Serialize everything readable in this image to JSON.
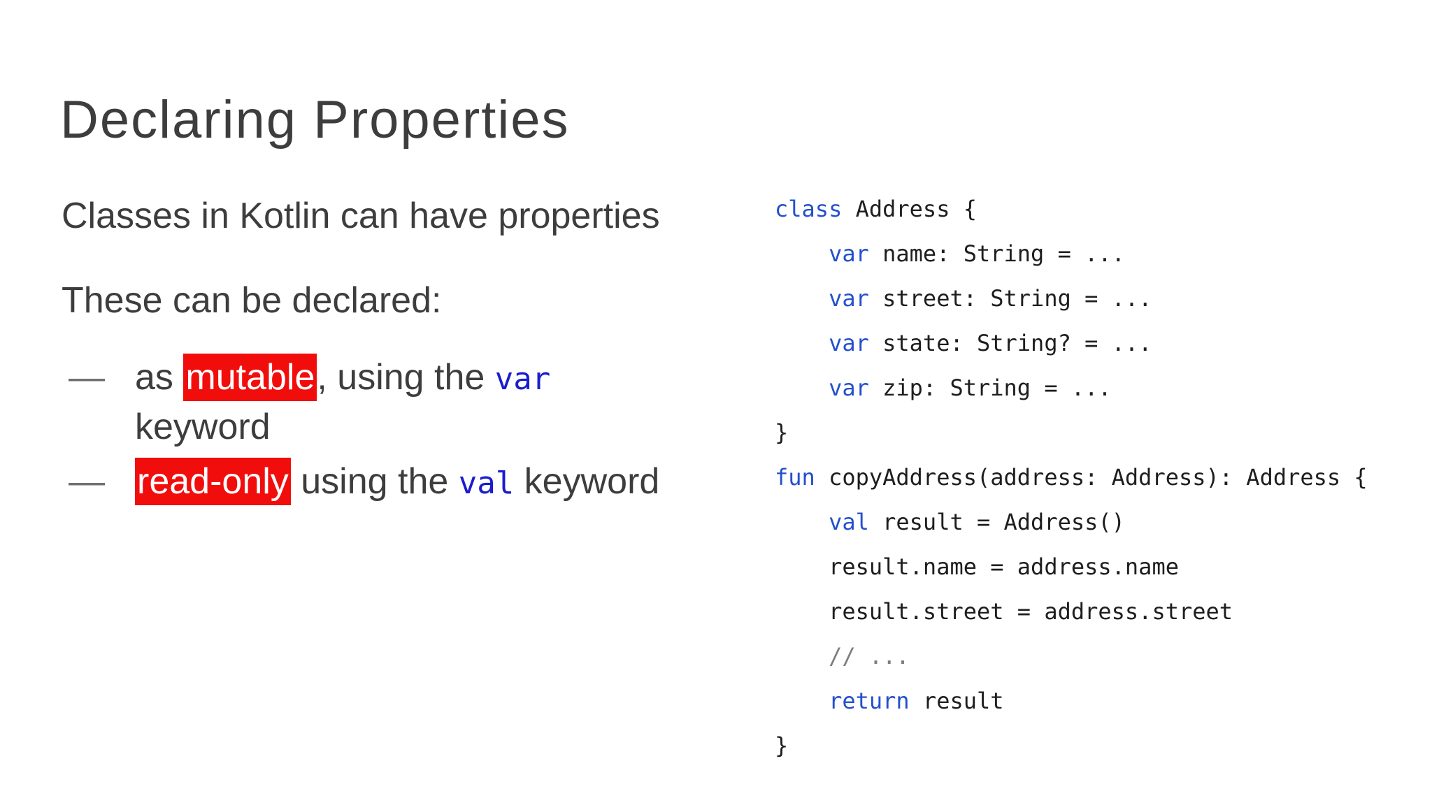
{
  "slide": {
    "background_color": "#ffffff",
    "title": "Declaring Properties",
    "intro_paragraphs": [
      "Classes in Kotlin can have properties",
      "These can be declared:"
    ],
    "bullet_marker": "—",
    "bullets": [
      {
        "segments": [
          {
            "t": "as "
          },
          {
            "t": "mutable",
            "s": "highlight"
          },
          {
            "t": ", using the "
          },
          {
            "t": "var",
            "s": "kw"
          },
          {
            "br": true
          },
          {
            "t": "keyword"
          }
        ]
      },
      {
        "segments": [
          {
            "t": "read-only",
            "s": "highlight"
          },
          {
            "t": " using the "
          },
          {
            "t": "val",
            "s": "kw"
          },
          {
            "t": " keyword"
          }
        ]
      }
    ],
    "code_block": {
      "lines": [
        [
          {
            "t": "class",
            "s": "kw"
          },
          {
            "t": " Address {"
          }
        ],
        [
          {
            "t": "    "
          },
          {
            "t": "var",
            "s": "kw"
          },
          {
            "t": " name: String = ..."
          }
        ],
        [
          {
            "t": "    "
          },
          {
            "t": "var",
            "s": "kw"
          },
          {
            "t": " street: String = ..."
          }
        ],
        [
          {
            "t": "    "
          },
          {
            "t": "var",
            "s": "kw"
          },
          {
            "t": " state: String? = ..."
          }
        ],
        [
          {
            "t": "    "
          },
          {
            "t": "var",
            "s": "kw"
          },
          {
            "t": " zip: String = ..."
          }
        ],
        [
          {
            "t": "}"
          }
        ],
        [
          {
            "t": "fun",
            "s": "kw"
          },
          {
            "t": " copyAddress(address: Address): Address {"
          }
        ],
        [
          {
            "t": "    "
          },
          {
            "t": "val",
            "s": "kw"
          },
          {
            "t": " result = Address()"
          }
        ],
        [
          {
            "t": "    result.name = address.name"
          }
        ],
        [
          {
            "t": "    result.street = address.street"
          }
        ],
        [
          {
            "t": "    "
          },
          {
            "t": "// ...",
            "s": "comment"
          }
        ],
        [
          {
            "t": "    "
          },
          {
            "t": "return",
            "s": "kw"
          },
          {
            "t": " result"
          }
        ],
        [
          {
            "t": "}"
          }
        ]
      ]
    },
    "colors": {
      "title_text": "#3d3d3d",
      "body_text": "#3d3d3d",
      "bullet_marker": "#6f6f6f",
      "highlight_bg": "#f20d0d",
      "highlight_text": "#ffffff",
      "inline_keyword": "#1a1ccd",
      "code_keyword": "#2450cc",
      "code_text": "#1e1e1e",
      "code_comment": "#7d7d7d",
      "slide_background": "#ffffff"
    }
  }
}
